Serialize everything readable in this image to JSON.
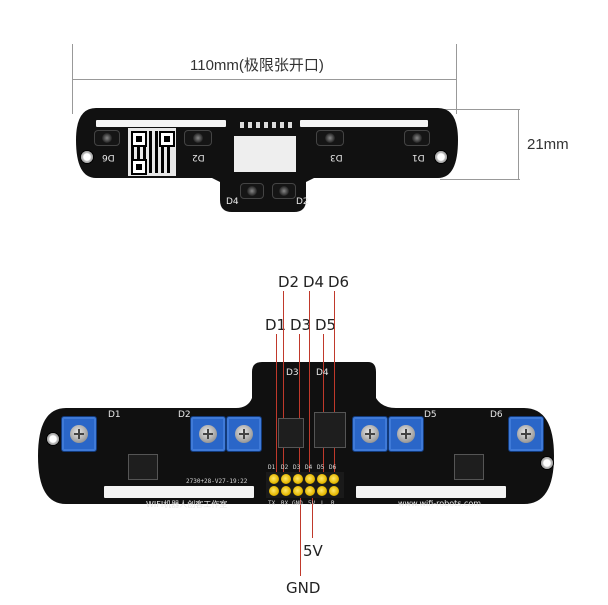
{
  "top_board": {
    "width_dimension": "110mm(极限张开口)",
    "height_dimension": "21mm",
    "sensor_labels": [
      "D6",
      "D2",
      "D3",
      "D1",
      "D4",
      "D2"
    ]
  },
  "bottom_board": {
    "pin_callouts_top_row": [
      "D2",
      "D4",
      "D6"
    ],
    "pin_callouts_second_row": [
      "D1",
      "D3",
      "D5"
    ],
    "pin_callouts_bottom": [
      "5V",
      "GND"
    ],
    "sensor_silk": [
      "D1",
      "D2",
      "D3",
      "D4",
      "D5",
      "D6"
    ],
    "header_top_labels": [
      "D1",
      "D2",
      "D3",
      "D4",
      "D5",
      "D6"
    ],
    "header_bottom_labels": [
      "TX",
      "RX",
      "GND",
      "5V",
      "L",
      "R"
    ],
    "silk_studio": "WIFI机器人创客工作室",
    "silk_website": "www.wifi-robots.com",
    "silk_date": "2730+28-V27-19:22"
  },
  "colors": {
    "pcb": "#111111",
    "potentiometer": "#2a66c8",
    "pin_header": "#e6b800",
    "callout_line": "#c0392b"
  }
}
